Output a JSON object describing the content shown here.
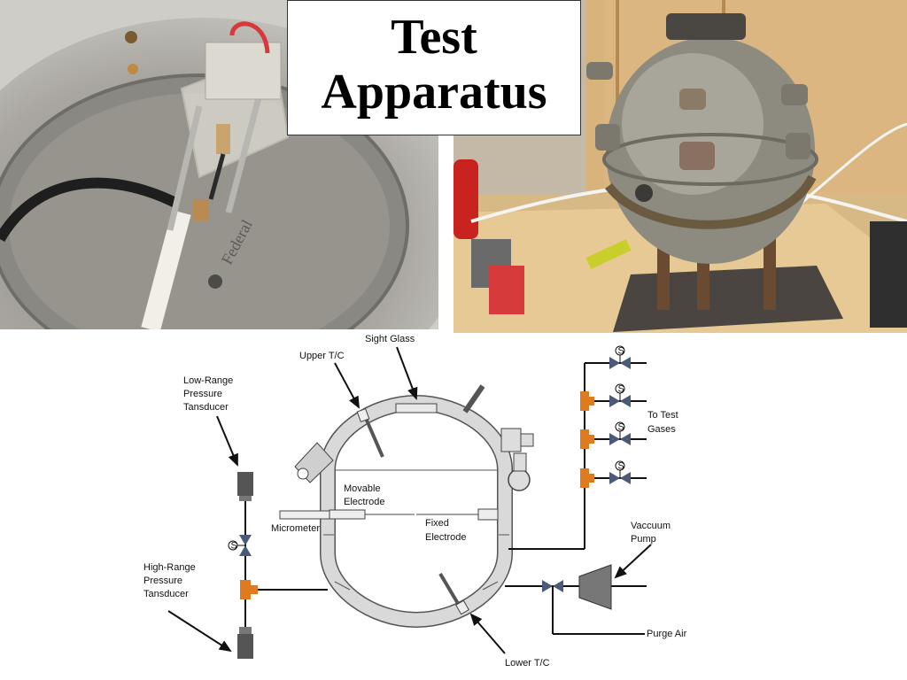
{
  "title": {
    "line1": "Test",
    "line2": "Apparatus"
  },
  "photos": {
    "left": {
      "engraving": "Federal"
    },
    "right": {}
  },
  "diagram": {
    "labels": {
      "sight_glass": "Sight Glass",
      "upper_tc": "Upper T/C",
      "low_range_1": "Low-Range",
      "low_range_2": "Pressure",
      "low_range_3": "Tansducer",
      "movable_1": "Movable",
      "movable_2": "Electrode",
      "micrometer": "Micrometer",
      "fixed_1": "Fixed",
      "fixed_2": "Electrode",
      "high_range_1": "High-Range",
      "high_range_2": "Pressure",
      "high_range_3": "Tansducer",
      "lower_tc": "Lower T/C",
      "to_test_1": "To Test",
      "to_test_2": "Gases",
      "vacuum_1": "Vaccuum",
      "vacuum_2": "Pump",
      "purge_air": "Purge Air"
    },
    "solenoid_mark": "S",
    "colors": {
      "tee": "#e07a1f",
      "valve": "#4a5a78",
      "vessel": "#d9d9d9",
      "transducer": "#555555"
    }
  }
}
